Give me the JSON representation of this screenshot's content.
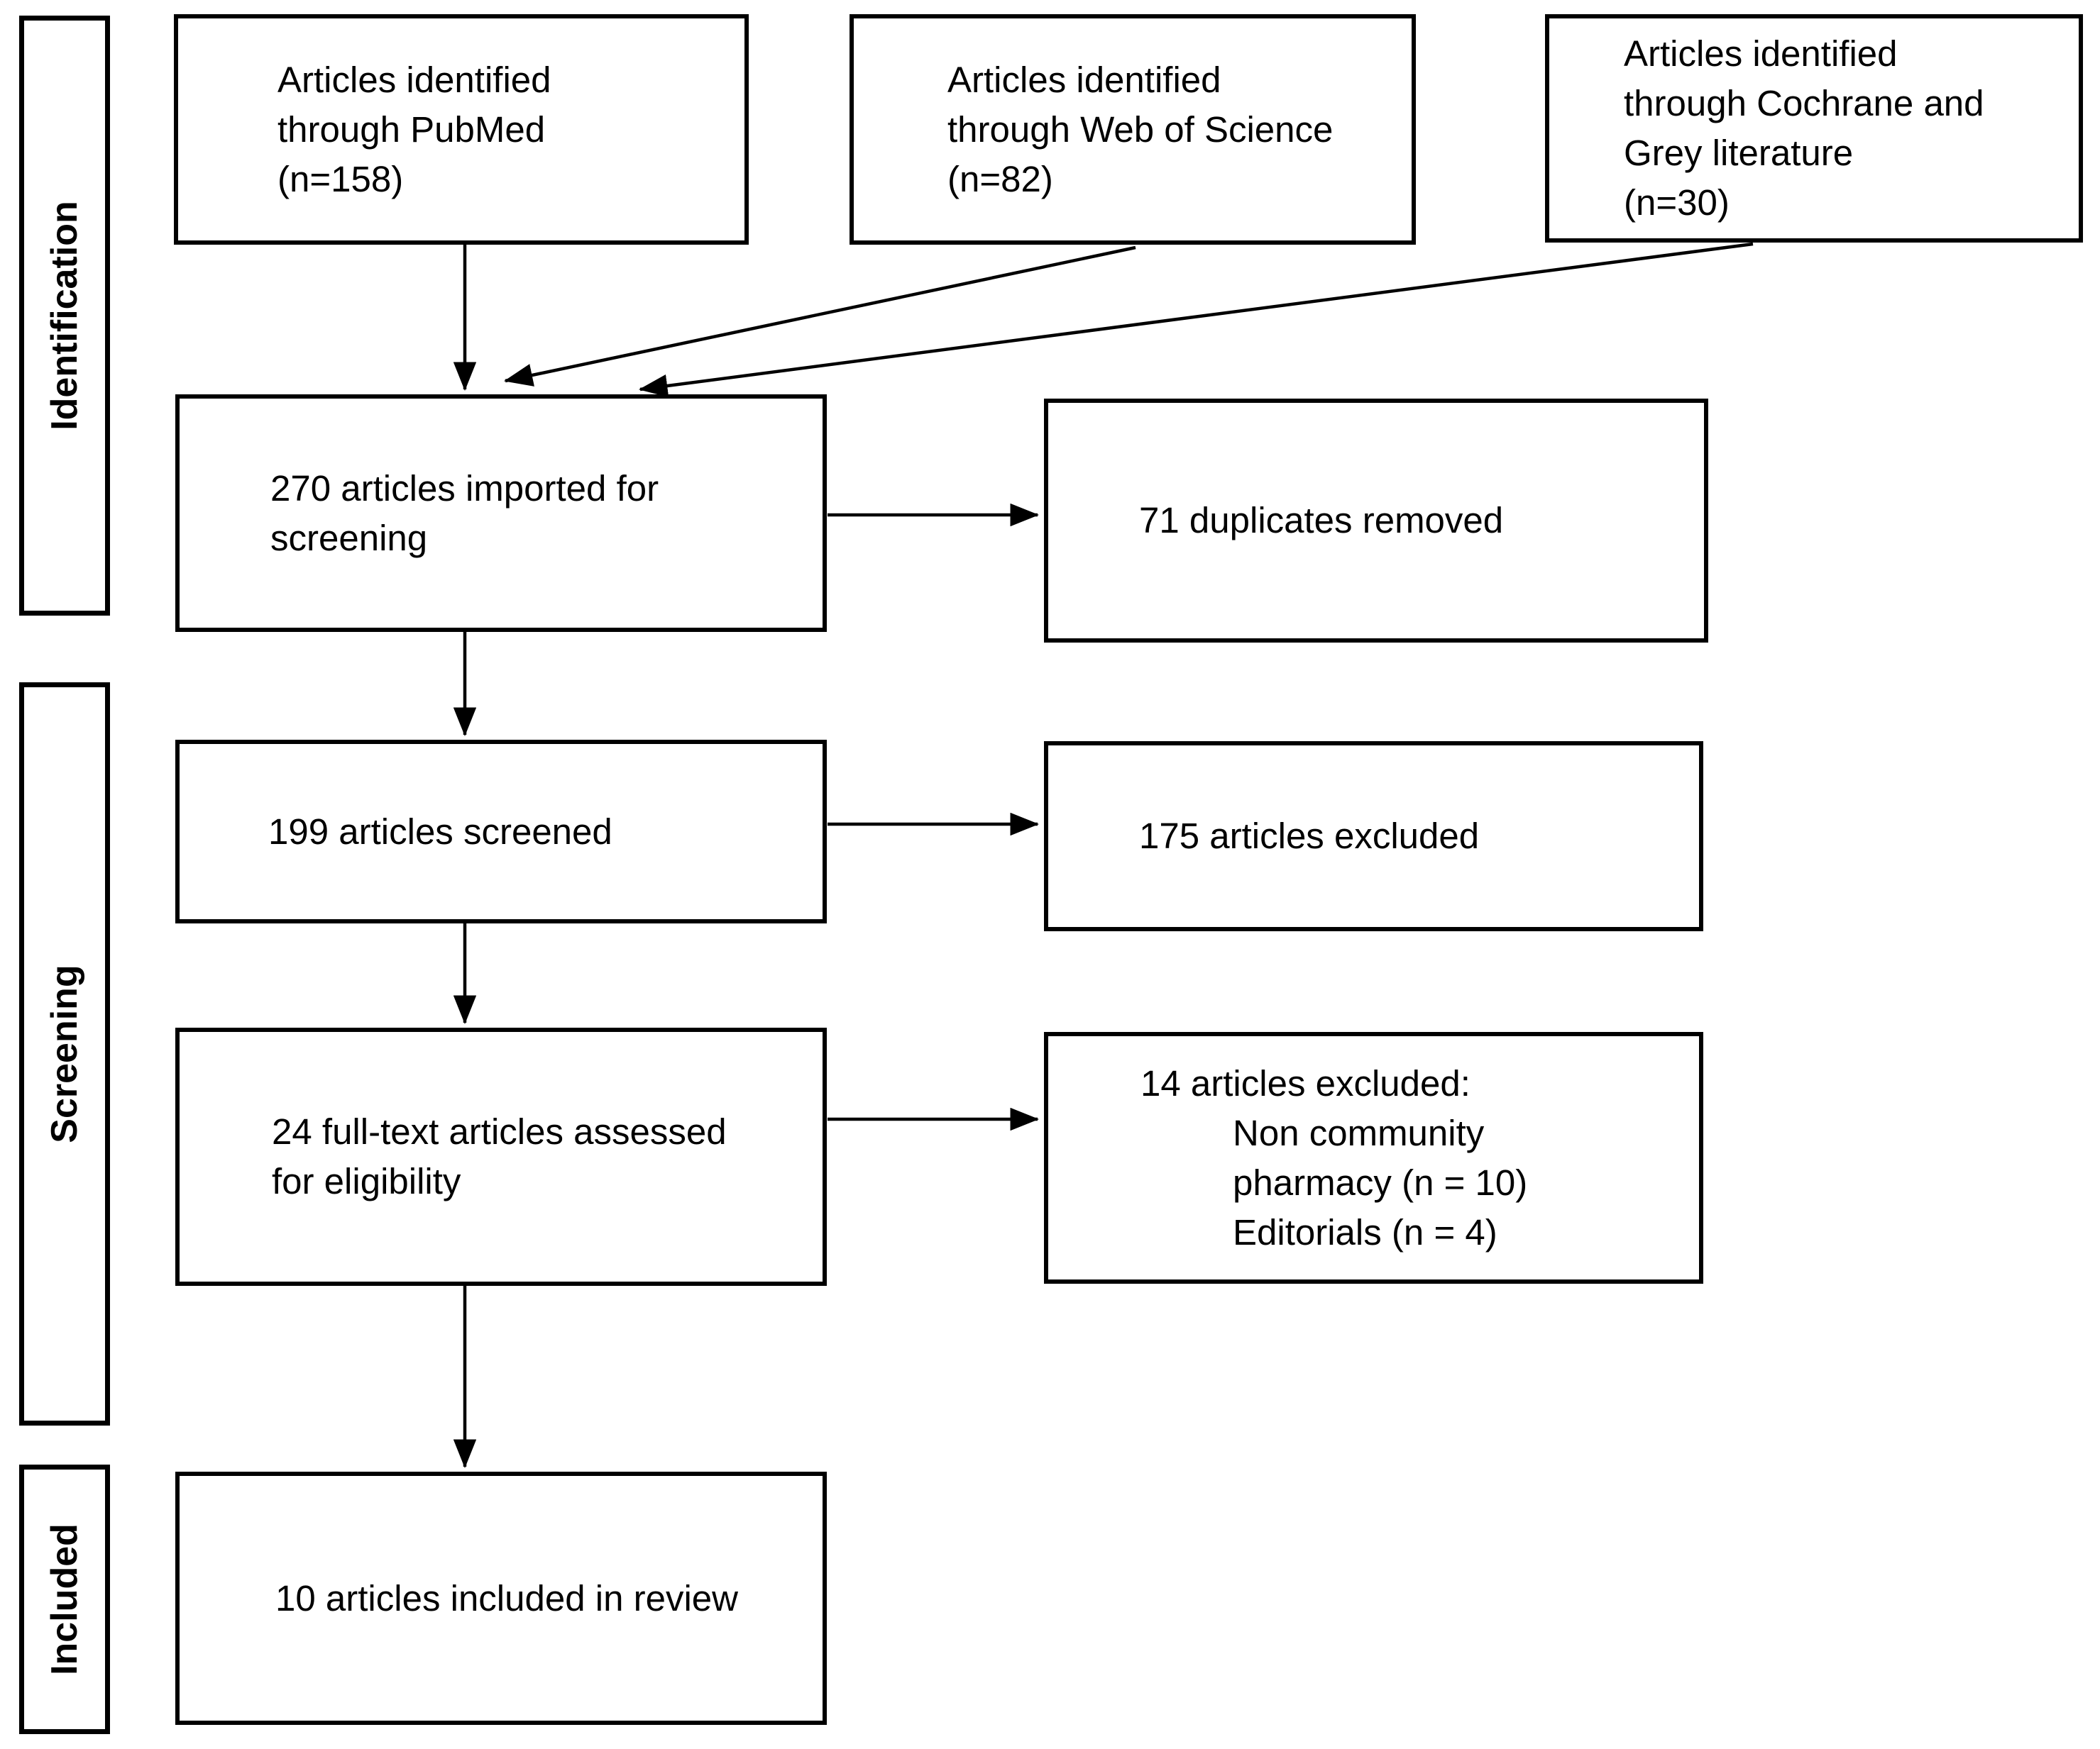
{
  "stages": {
    "identification": "Identification",
    "screening": "Screening",
    "included": "Included"
  },
  "boxes": {
    "pubmed": {
      "text": "Articles identified\nthrough PubMed\n(n=158)"
    },
    "web_of_science": {
      "text": "Articles identified\nthrough Web of Science\n(n=82)"
    },
    "cochrane_grey": {
      "text": "Articles identified\nthrough Cochrane and\nGrey literature\n(n=30)"
    },
    "imported": {
      "text": "270 articles imported for\nscreening"
    },
    "duplicates_removed": {
      "text": "71 duplicates removed"
    },
    "screened": {
      "text": "199 articles screened"
    },
    "excluded_screening": {
      "text": "175 articles excluded"
    },
    "fulltext_assessed": {
      "text": "24 full-text articles assessed\nfor eligibility"
    },
    "fulltext_excluded": {
      "heading": "14 articles excluded:",
      "details": "Non community\npharmacy (n = 10)\nEditorials (n = 4)"
    },
    "included_review": {
      "text": "10 articles included in review"
    }
  }
}
